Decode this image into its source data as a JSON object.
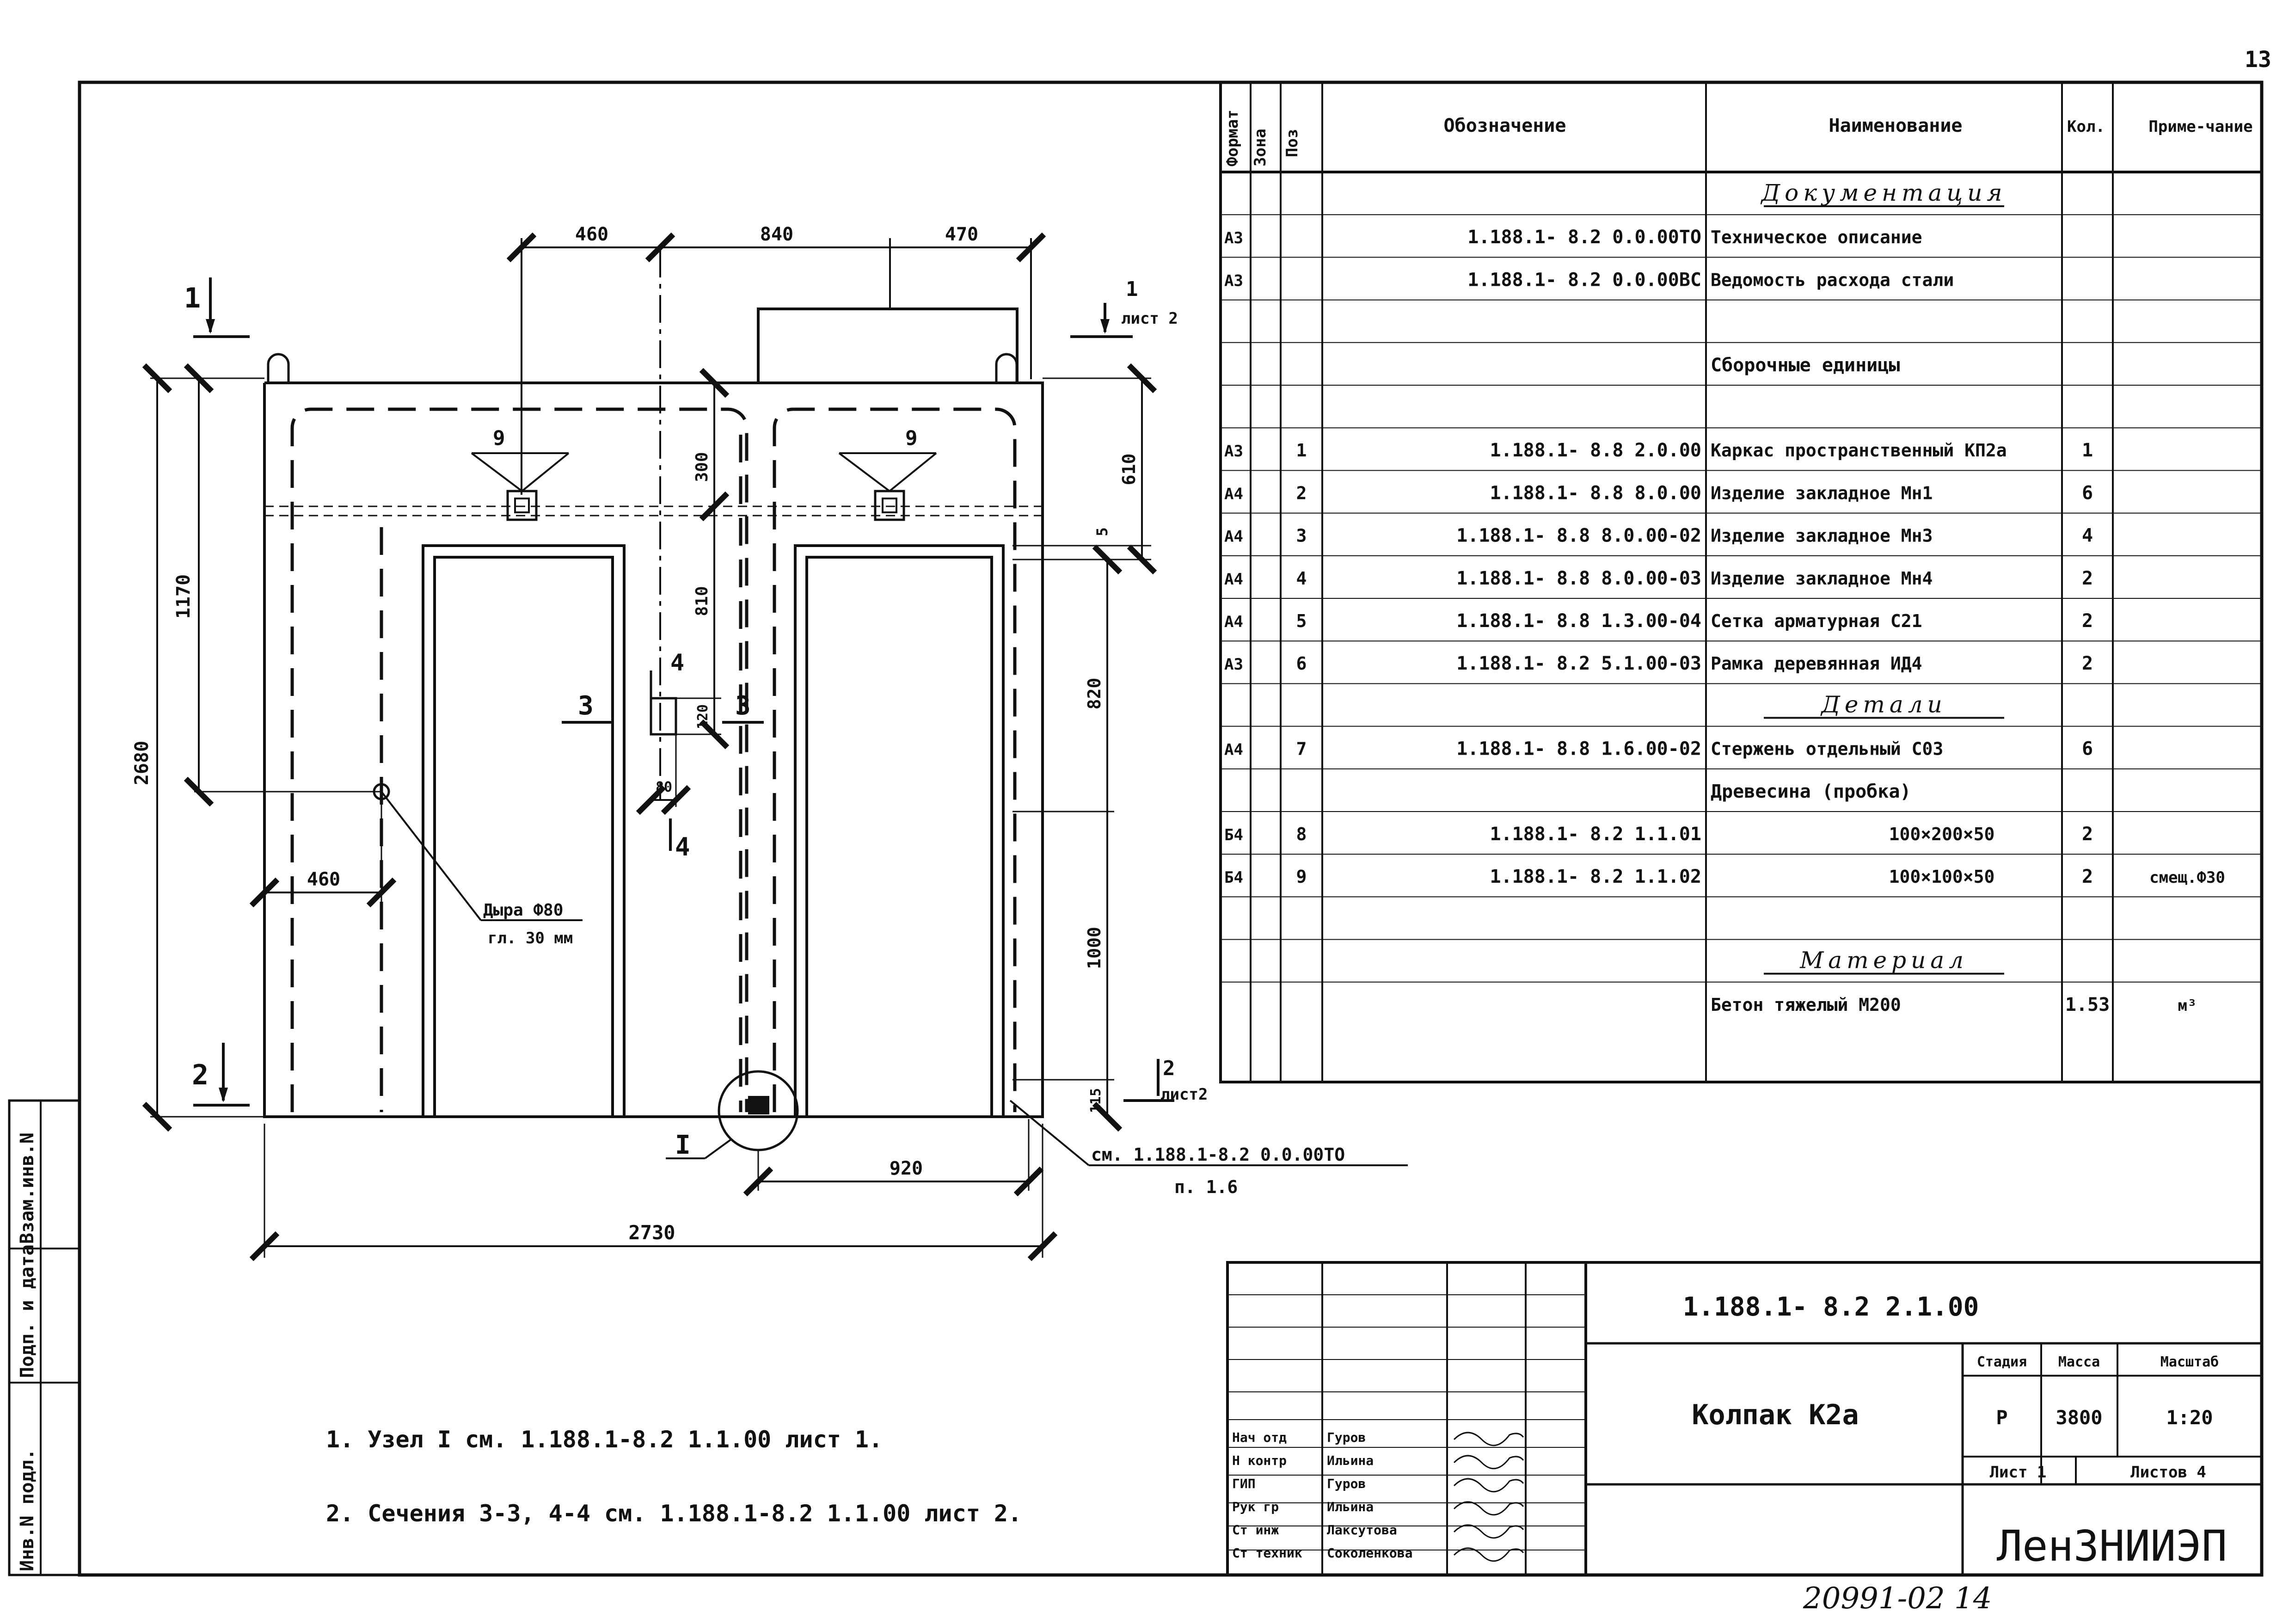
{
  "page": {
    "page_number": "13",
    "bottom_code": "20991-02 14",
    "left_margin_labels": [
      "Инв.N подл.",
      "Подп. и дата",
      "Взам.инв.N"
    ]
  },
  "spec_table": {
    "headers": [
      "Формат",
      "Зона",
      "Поз",
      "Обозначение",
      "Наименование",
      "Кол.",
      "Приме-чание"
    ],
    "rows": [
      {
        "format": "",
        "zone": "",
        "pos": "",
        "designation": "",
        "name": "Документация",
        "qty": "",
        "note": "",
        "kind": "section"
      },
      {
        "format": "А3",
        "zone": "",
        "pos": "",
        "designation": "1.188.1- 8.2   0.0.00ТО",
        "name": "Техническое описание",
        "qty": "",
        "note": "",
        "kind": "item"
      },
      {
        "format": "А3",
        "zone": "",
        "pos": "",
        "designation": "1.188.1- 8.2   0.0.00ВС",
        "name": "Ведомость расхода стали",
        "qty": "",
        "note": "",
        "kind": "item"
      },
      {
        "format": "",
        "zone": "",
        "pos": "",
        "designation": "",
        "name": "",
        "qty": "",
        "note": "",
        "kind": "blank"
      },
      {
        "format": "",
        "zone": "",
        "pos": "",
        "designation": "",
        "name": "Сборочные единицы",
        "qty": "",
        "note": "",
        "kind": "heading"
      },
      {
        "format": "",
        "zone": "",
        "pos": "",
        "designation": "",
        "name": "",
        "qty": "",
        "note": "",
        "kind": "blank"
      },
      {
        "format": "А3",
        "zone": "",
        "pos": "1",
        "designation": "1.188.1- 8.8   2.0.00",
        "name": "Каркас пространственный КП2а",
        "qty": "1",
        "note": "",
        "kind": "item"
      },
      {
        "format": "А4",
        "zone": "",
        "pos": "2",
        "designation": "1.188.1- 8.8   8.0.00",
        "name": "Изделие закладное Мн1",
        "qty": "6",
        "note": "",
        "kind": "item"
      },
      {
        "format": "А4",
        "zone": "",
        "pos": "3",
        "designation": "1.188.1- 8.8   8.0.00-02",
        "name": "Изделие закладное Мн3",
        "qty": "4",
        "note": "",
        "kind": "item"
      },
      {
        "format": "А4",
        "zone": "",
        "pos": "4",
        "designation": "1.188.1- 8.8   8.0.00-03",
        "name": "Изделие закладное Мн4",
        "qty": "2",
        "note": "",
        "kind": "item"
      },
      {
        "format": "А4",
        "zone": "",
        "pos": "5",
        "designation": "1.188.1- 8.8   1.3.00-04",
        "name": "Сетка арматурная С21",
        "qty": "2",
        "note": "",
        "kind": "item"
      },
      {
        "format": "А3",
        "zone": "",
        "pos": "6",
        "designation": "1.188.1- 8.2   5.1.00-03",
        "name": "Рамка деревянная ИД4",
        "qty": "2",
        "note": "",
        "kind": "item"
      },
      {
        "format": "",
        "zone": "",
        "pos": "",
        "designation": "",
        "name": "Детали",
        "qty": "",
        "note": "",
        "kind": "section"
      },
      {
        "format": "А4",
        "zone": "",
        "pos": "7",
        "designation": "1.188.1- 8.8   1.6.00-02",
        "name": "Стержень отдельный С03",
        "qty": "6",
        "note": "",
        "kind": "item"
      },
      {
        "format": "",
        "zone": "",
        "pos": "",
        "designation": "",
        "name": "Древесина  (пробка)",
        "qty": "",
        "note": "",
        "kind": "heading"
      },
      {
        "format": "Б4",
        "zone": "",
        "pos": "8",
        "designation": "1.188.1- 8.2   1.1.01",
        "name": "100×200×50",
        "qty": "2",
        "note": "",
        "kind": "item"
      },
      {
        "format": "Б4",
        "zone": "",
        "pos": "9",
        "designation": "1.188.1- 8.2   1.1.02",
        "name": "100×100×50",
        "qty": "2",
        "note": "смещ.Ф30",
        "kind": "item"
      },
      {
        "format": "",
        "zone": "",
        "pos": "",
        "designation": "",
        "name": "",
        "qty": "",
        "note": "",
        "kind": "blank"
      },
      {
        "format": "",
        "zone": "",
        "pos": "",
        "designation": "",
        "name": "Материал",
        "qty": "",
        "note": "",
        "kind": "section"
      },
      {
        "format": "",
        "zone": "",
        "pos": "",
        "designation": "",
        "name": "Бетон тяжелый  М200",
        "qty": "1.53",
        "note": "м³",
        "kind": "item"
      }
    ]
  },
  "drawing": {
    "dim_top": [
      "460",
      "840",
      "470"
    ],
    "dim_2730": "2730",
    "dim_920": "920",
    "dim_460_bottom": "460",
    "dim_2680": "2680",
    "dim_1170": "1170",
    "dim_300": "300",
    "dim_810": "810",
    "dim_610": "610",
    "dim_5": "5",
    "dim_820": "820",
    "dim_1000": "1000",
    "dim_115": "115",
    "dim_120": "120",
    "dim_80": "80",
    "pos_9": "9",
    "section_1": "1",
    "section_2": "2",
    "section_1_ref": "1",
    "section_1_sheet": "лист 2",
    "section_2_ref": "2",
    "section_2_sheet": "лист2",
    "cut_3": "3",
    "cut_4": "4",
    "node_label": "I",
    "hole_line1": "Дыра Ф80",
    "hole_line2": "гл. 30 мм",
    "ref_line1": "см. 1.188.1-8.2 0.0.00ТО",
    "ref_line2": "п. 1.6"
  },
  "notes": [
    "1. Узел I см. 1.188.1-8.2 1.1.00 лист 1.",
    "2. Сечения 3-3, 4-4 см. 1.188.1-8.2 1.1.00 лист 2."
  ],
  "title_block": {
    "doc_code": "1.188.1- 8.2   2.1.00",
    "title": "Колпак К2а",
    "col_stage": "Стадия",
    "col_mass": "Масса",
    "col_scale": "Масштаб",
    "stage": "Р",
    "mass": "3800",
    "scale": "1:20",
    "sheet": "Лист 1",
    "sheets": "Листов 4",
    "org": "ЛенЗНИИЭП",
    "signers": [
      {
        "role": "Нач отд",
        "name": "Гуров"
      },
      {
        "role": "Н контр",
        "name": "Ильина"
      },
      {
        "role": "ГИП",
        "name": "Гуров"
      },
      {
        "role": "Рук гр",
        "name": "Ильина"
      },
      {
        "role": "Ст инж",
        "name": "Лаксутова"
      },
      {
        "role": "Ст техник",
        "name": "Соколенкова"
      }
    ]
  }
}
